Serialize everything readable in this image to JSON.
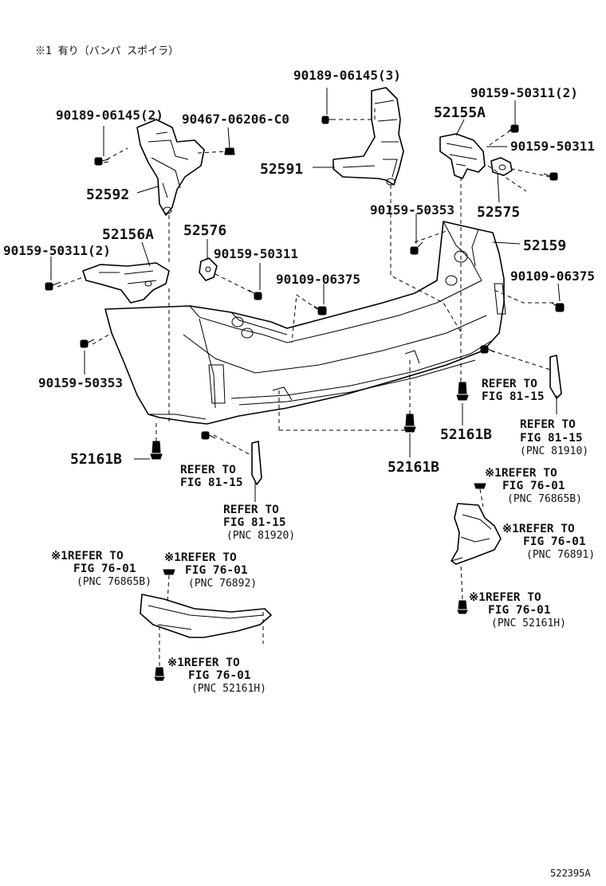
{
  "note": "※1 有り（バンパ スポイラ）",
  "diagram_id": "522395A",
  "parts": {
    "p_90189_06145_3": "90189-06145(3)",
    "p_90159_50311_2_top": "90159-50311(2)",
    "p_52155A": "52155A",
    "p_90189_06145_2": "90189-06145(2)",
    "p_90467_06206_C0": "90467-06206-C0",
    "p_90159_50311_r": "90159-50311",
    "p_52591": "52591",
    "p_52592": "52592",
    "p_90159_50353_top": "90159-50353",
    "p_52575": "52575",
    "p_52156A": "52156A",
    "p_52576": "52576",
    "p_52159": "52159",
    "p_90159_50311_2_left": "90159-50311(2)",
    "p_90159_50311_mid": "90159-50311",
    "p_90109_06375_right": "90109-06375",
    "p_90109_06375_mid": "90109-06375",
    "p_90159_50353_left": "90159-50353",
    "p_52161B_left": "52161B",
    "p_52161B_mid": "52161B",
    "p_52161B_right": "52161B"
  },
  "refs": {
    "r1": {
      "l1": "REFER TO",
      "l2": "FIG 81-15"
    },
    "r2": {
      "l1": "REFER TO",
      "l2": "FIG 81-15",
      "l3": "(PNC 81910)"
    },
    "r3": {
      "l1": "REFER TO",
      "l2": "FIG 81-15"
    },
    "r4": {
      "l1": "REFER TO",
      "l2": "FIG 81-15",
      "l3": "(PNC 81920)"
    },
    "r5": {
      "l1": "※1REFER TO",
      "l2": "FIG 76-01",
      "l3": "(PNC 76865B)"
    },
    "r6": {
      "l1": "※1REFER TO",
      "l2": "FIG 76-01",
      "l3": "(PNC 76891)"
    },
    "r7": {
      "l1": "※1REFER TO",
      "l2": "FIG 76-01",
      "l3": "(PNC 52161H)"
    },
    "r8": {
      "l1": "※1REFER TO",
      "l2": "FIG 76-01",
      "l3": "(PNC 76865B)"
    },
    "r9": {
      "l1": "※1REFER TO",
      "l2": "FIG 76-01",
      "l3": "(PNC 76892)"
    },
    "r10": {
      "l1": "※1REFER TO",
      "l2": "FIG 76-01",
      "l3": "(PNC 52161H)"
    }
  }
}
